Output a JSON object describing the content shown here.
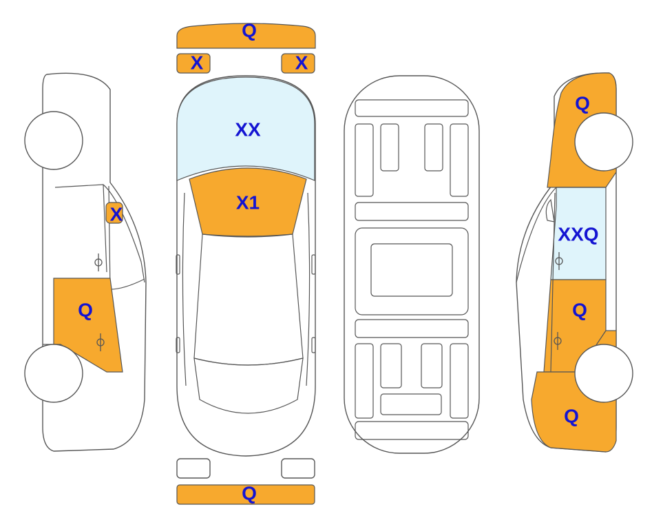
{
  "colors": {
    "damage_fill": "#F7A92E",
    "glass_fill": "#DFF4FB",
    "outline": "#555555",
    "mark_text": "#1414D2"
  },
  "legend_icons": [
    "car-left-side-view-icon",
    "car-top-view-icon",
    "car-underbody-view-icon",
    "car-right-side-view-icon"
  ],
  "panels": {
    "front_bumper": {
      "mark": "Q"
    },
    "headlight_left": {
      "mark": "X"
    },
    "headlight_right": {
      "mark": "X"
    },
    "windshield": {
      "mark": "XX"
    },
    "hood": {
      "mark": "X1"
    },
    "rear_bumper": {
      "mark": "Q"
    },
    "left_mirror": {
      "mark": "X"
    },
    "left_front_door": {
      "mark": "Q"
    },
    "right_front_fender": {
      "mark": "Q"
    },
    "right_window": {
      "mark": "XXQ"
    },
    "right_rear_door": {
      "mark": "Q"
    },
    "right_rear_quarter": {
      "mark": "Q"
    }
  }
}
